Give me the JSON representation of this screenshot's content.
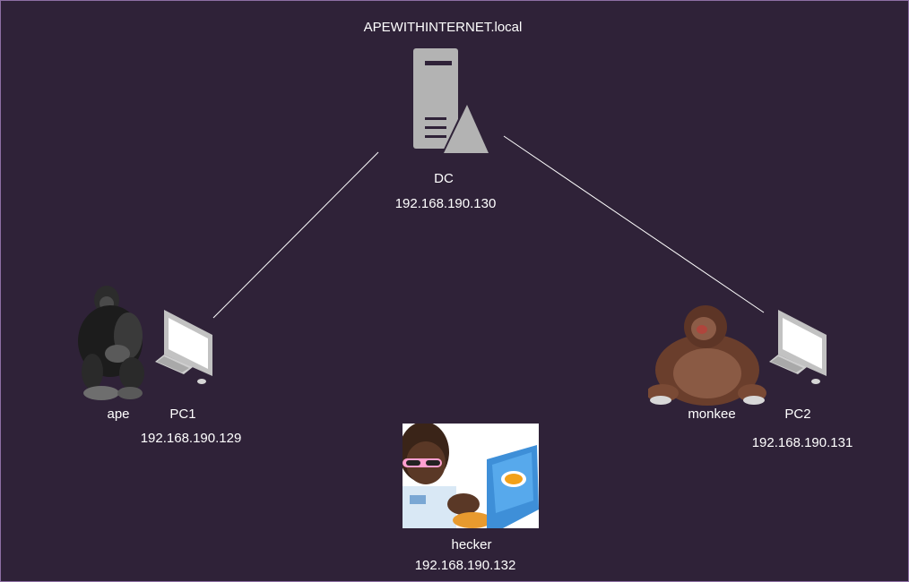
{
  "domain": "APEWITHINTERNET.local",
  "dc": {
    "name": "DC",
    "ip": "192.168.190.130",
    "icon": "server-icon"
  },
  "pc1": {
    "user": "ape",
    "name": "PC1",
    "ip": "192.168.190.129",
    "icon": "desktop-computer-icon",
    "avatar": "gorilla-image"
  },
  "pc2": {
    "user": "monkee",
    "name": "PC2",
    "ip": "192.168.190.131",
    "icon": "desktop-computer-icon",
    "avatar": "orangutan-image"
  },
  "attacker": {
    "name": "hecker",
    "ip": "192.168.190.132",
    "avatar": "hacker-with-laptop-image"
  },
  "colors": {
    "background": "#2f2238",
    "border": "#8d6fa3",
    "link": "#ffffff",
    "device": "#b3b3b3"
  }
}
